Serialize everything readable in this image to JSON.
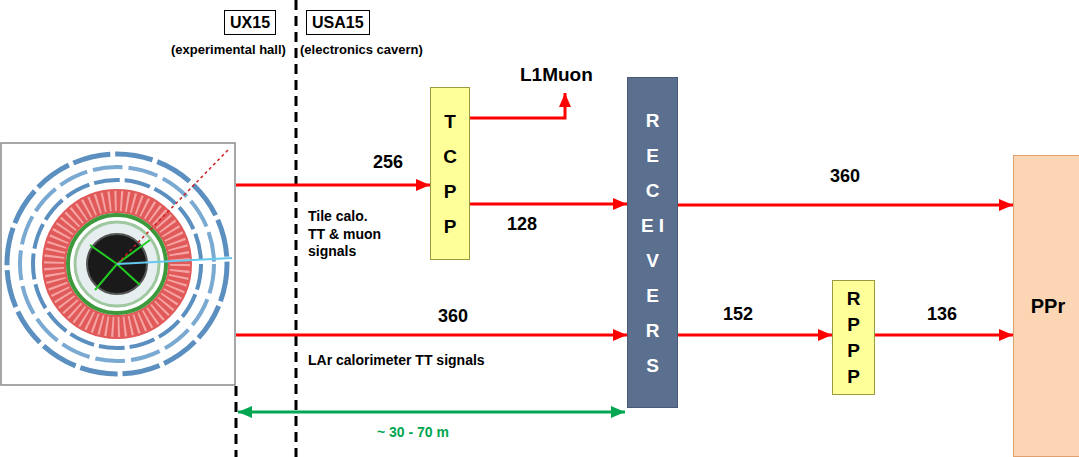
{
  "diagram": {
    "nodes": [
      {
        "text": [
          "UX15"
        ]
      },
      {
        "text": [
          "USA15"
        ]
      },
      {
        "text": [
          "T C P P"
        ]
      },
      {
        "text": [
          "R E C E I V E R S"
        ]
      },
      {
        "text": [
          "R P P P"
        ]
      },
      {
        "text": [
          "PPr"
        ]
      }
    ],
    "edges": [
      {
        "from": 2,
        "to": 3,
        "label": "128",
        "arrow": "to"
      },
      {
        "from": 3,
        "to": 5,
        "label": "360",
        "arrow": "to"
      },
      {
        "from": 3,
        "to": 4,
        "label": "152",
        "arrow": "to"
      },
      {
        "from": 4,
        "to": 5,
        "label": "136",
        "arrow": "to"
      }
    ],
    "labels": [
      "(experimental hall)",
      "(electronics cavern)",
      "L1Muon",
      "256",
      "Tile calo. TT & muon signals",
      "360",
      "LAr calorimeter TT signals",
      "~ 30 - 70 m"
    ]
  }
}
